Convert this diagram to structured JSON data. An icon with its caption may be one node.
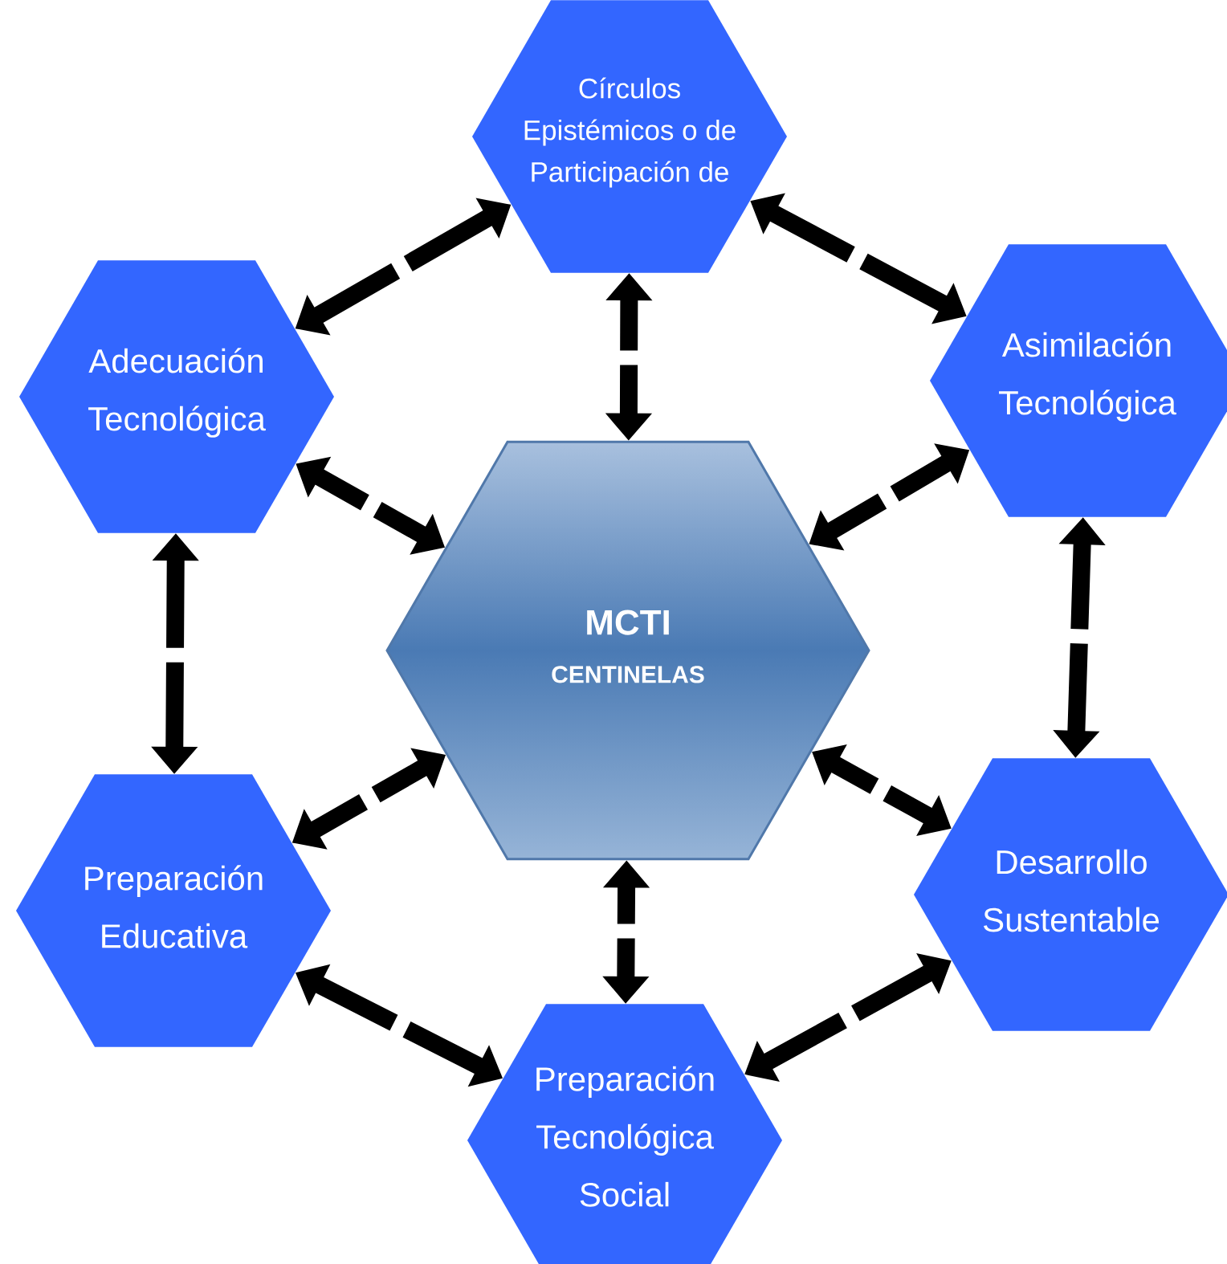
{
  "diagram": {
    "nodes": [
      {
        "text": [
          "MCTI",
          "CENTINELAS"
        ]
      },
      {
        "text": [
          "Círculos Epistémicos o de Participación de"
        ]
      },
      {
        "text": [
          "Asimilación Tecnológica"
        ]
      },
      {
        "text": [
          "Desarrollo Sustentable"
        ]
      },
      {
        "text": [
          "Preparación Tecnológica Social"
        ]
      },
      {
        "text": [
          "Preparación Educativa"
        ]
      },
      {
        "text": [
          "Adecuación Tecnológica"
        ]
      }
    ],
    "edges": [
      {
        "from": 0,
        "to": 1,
        "arrow": "both"
      },
      {
        "from": 0,
        "to": 2,
        "arrow": "both"
      },
      {
        "from": 0,
        "to": 3,
        "arrow": "both"
      },
      {
        "from": 0,
        "to": 4,
        "arrow": "both"
      },
      {
        "from": 0,
        "to": 5,
        "arrow": "both"
      },
      {
        "from": 0,
        "to": 6,
        "arrow": "both"
      },
      {
        "from": 1,
        "to": 2,
        "arrow": "both"
      },
      {
        "from": 2,
        "to": 3,
        "arrow": "both"
      },
      {
        "from": 3,
        "to": 4,
        "arrow": "both"
      },
      {
        "from": 4,
        "to": 5,
        "arrow": "both"
      },
      {
        "from": 5,
        "to": 6,
        "arrow": "both"
      },
      {
        "from": 6,
        "to": 1,
        "arrow": "both"
      }
    ]
  }
}
